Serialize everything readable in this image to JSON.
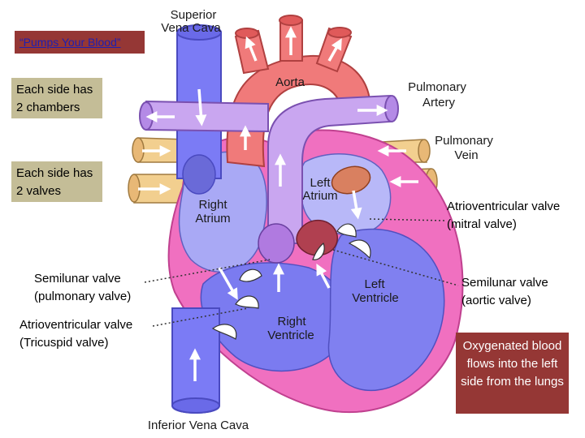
{
  "header": {
    "note": "“Pumps Your Blood”"
  },
  "left_notes": {
    "chambers": "Each side has 2 chambers",
    "valves": "Each side has 2 valves"
  },
  "valve_notes": {
    "pulmonary": "Semilunar valve (pulmonary valve)",
    "tricuspid": "Atrioventricular valve (Tricuspid valve)",
    "mitral": "Atrioventricular valve (mitral valve)",
    "aortic": "Semilunar valve (aortic valve)"
  },
  "oxygen_note": "Oxygenated blood flows into the left side from the lungs",
  "diagram_labels": {
    "svc_1": "Superior",
    "svc_2": "Vena Cava",
    "aorta": "Aorta",
    "pa_1": "Pulmonary",
    "pa_2": "Artery",
    "pv_1": "Pulmonary",
    "pv_2": "Vein",
    "la_1": "Left",
    "la_2": "Atrium",
    "ra_1": "Right",
    "ra_2": "Atrium",
    "lv_1": "Left",
    "lv_2": "Ventricle",
    "rv_1": "Right",
    "rv_2": "Ventricle",
    "ivc": "Inferior Vena Cava"
  },
  "colors": {
    "oxygenated": "#f07a7a",
    "deoxygenated": "#7b7bf0",
    "wall": "#f070c0",
    "vein_tan": "#f2cf8f",
    "note_bg": "#c4bd97",
    "accent_red": "#953735"
  }
}
